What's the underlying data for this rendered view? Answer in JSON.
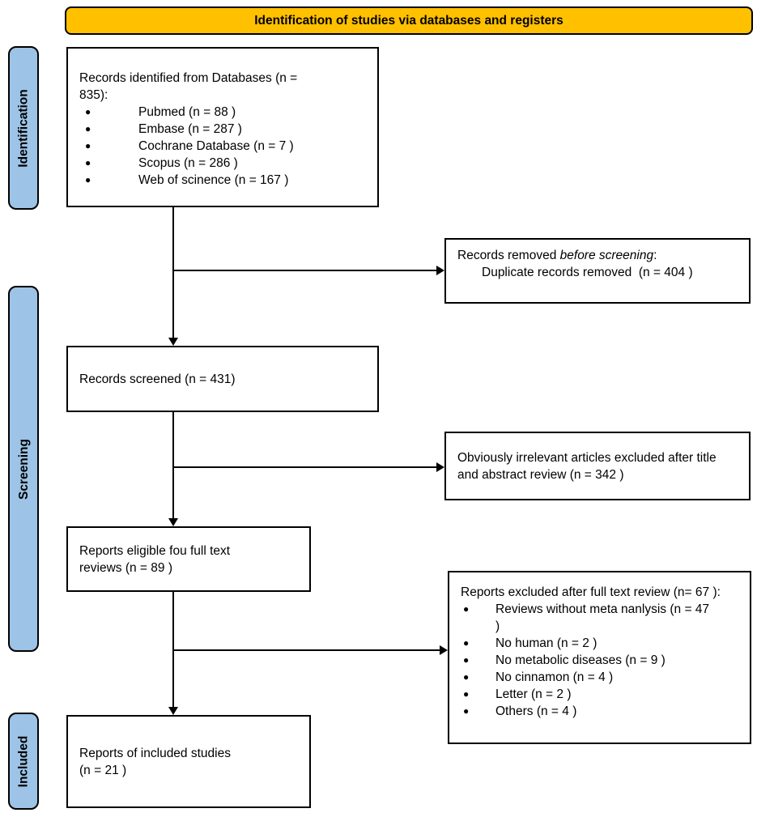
{
  "banner": {
    "title": "Identification of studies via databases and registers"
  },
  "sidebar": {
    "identification_label": "Identification",
    "screening_label": "Screening",
    "included_label": "Included"
  },
  "icons": {
    "bullet": "●"
  },
  "colors": {
    "banner_fill": "#FFC000",
    "sidebar_fill": "#9DC3E6",
    "box_fill": "#FFFFFF",
    "border_and_text": "#000000"
  },
  "boxes": {
    "records_identified": {
      "heading": "Records identified from Databases (n = 835):",
      "bullets": [
        "Pubmed (n = 88 )",
        "Embase (n = 287 )",
        "Cochrane Database (n = 7 )",
        "Scopus (n = 286 )",
        "Web of scinence (n = 167 )"
      ]
    },
    "records_removed": {
      "prefix": "Records removed ",
      "italic": "before screening",
      "suffix": ":",
      "detail": "Duplicate records removed  (n = 404 )"
    },
    "records_screened": {
      "text": "Records screened (n = 431)"
    },
    "irrelevant_excluded": {
      "text": "Obviously irrelevant articles excluded after title and abstract review (n = 342 )"
    },
    "reports_eligible": {
      "text": "Reports eligible fou full text reviews (n = 89 )"
    },
    "reports_excluded": {
      "heading": "Reports excluded after full text review (n= 67 ):",
      "bullets": [
        "Reviews without meta nanlysis (n = 47 )",
        "No human (n = 2 )",
        "No metabolic diseases (n = 9 )",
        "No cinnamon (n = 4 )",
        "Letter (n = 2 )",
        "Others (n = 4 )"
      ]
    },
    "included_studies": {
      "text": "Reports of included studies (n = 21 )"
    }
  }
}
